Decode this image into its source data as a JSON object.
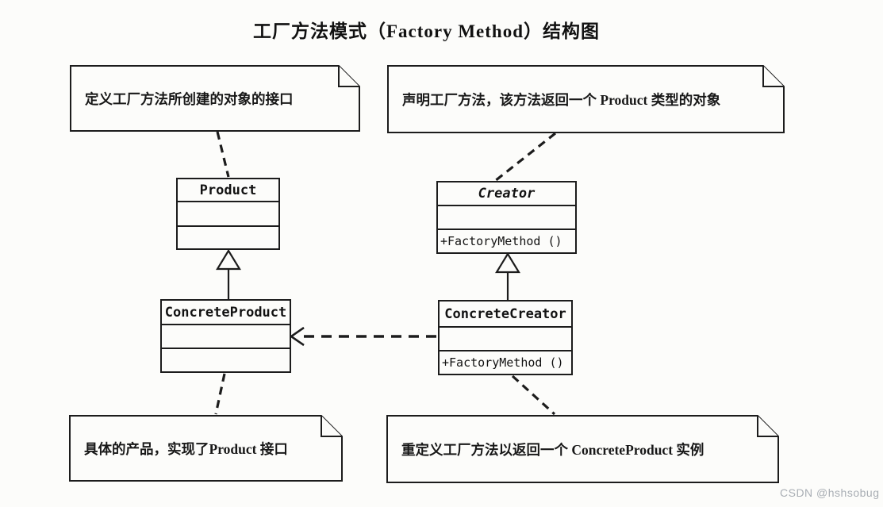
{
  "title": "工厂方法模式（Factory Method）结构图",
  "notes": {
    "top_left": {
      "text": "定义工厂方法所创建的对象的接口"
    },
    "top_right": {
      "text": "声明工厂方法，该方法返回一个 Product 类型的对象"
    },
    "bottom_left": {
      "text": "具体的产品，实现了Product 接口"
    },
    "bottom_right": {
      "text": "重定义工厂方法以返回一个 ConcreteProduct 实例"
    }
  },
  "classes": {
    "product": {
      "name": "Product",
      "attributes": "",
      "methods": ""
    },
    "creator": {
      "name": "Creator",
      "attributes": "",
      "methods": "+FactoryMethod ()"
    },
    "concrete_product": {
      "name": "ConcreteProduct",
      "attributes": "",
      "methods": ""
    },
    "concrete_creator": {
      "name": "ConcreteCreator",
      "attributes": "",
      "methods": "+FactoryMethod ()"
    }
  },
  "relationships": [
    {
      "type": "generalization",
      "from": "ConcreteProduct",
      "to": "Product"
    },
    {
      "type": "generalization",
      "from": "ConcreteCreator",
      "to": "Creator"
    },
    {
      "type": "dependency",
      "from": "ConcreteCreator",
      "to": "ConcreteProduct"
    },
    {
      "type": "note-attachment",
      "from": "note.top_left",
      "to": "Product"
    },
    {
      "type": "note-attachment",
      "from": "note.top_right",
      "to": "Creator"
    },
    {
      "type": "note-attachment",
      "from": "note.bottom_left",
      "to": "ConcreteProduct"
    },
    {
      "type": "note-attachment",
      "from": "note.bottom_right",
      "to": "ConcreteCreator"
    }
  ],
  "watermark": "CSDN @hshsobug",
  "colors": {
    "line": "#1c1c1c",
    "background": "#fcfcfa",
    "watermark": "#a9aeb4"
  }
}
